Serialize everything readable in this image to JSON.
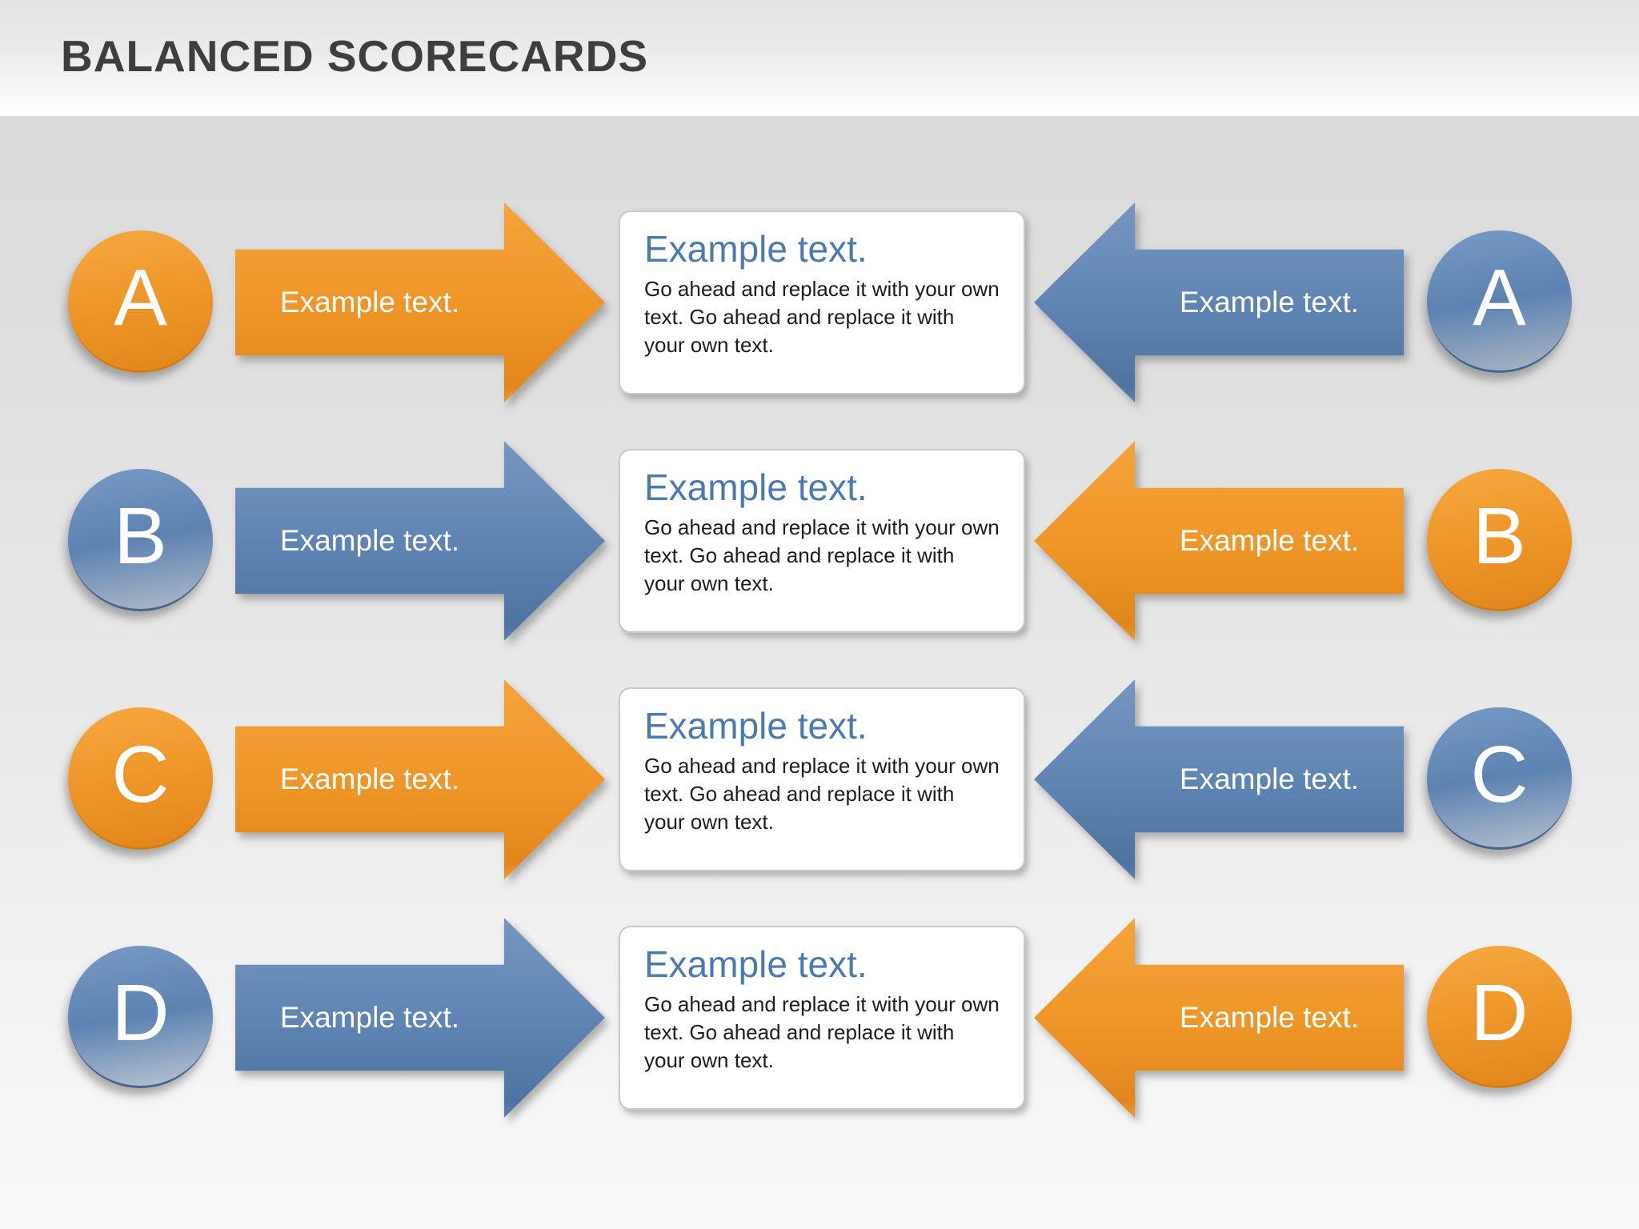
{
  "header": {
    "title": "BALANCED SCORECARDS"
  },
  "colors": {
    "orange": "#ee9629",
    "blue": "#5d83b2",
    "card_title_blue": "#4a7aaf",
    "header_text": "#3e3e3e",
    "card_background": "#ffffff"
  },
  "rows": [
    {
      "letter": "A",
      "left_color": "orange",
      "right_color": "blue",
      "right_arrow_label": "Example text.",
      "left_arrow_label": "Example text.",
      "card": {
        "title": "Example text.",
        "body": "Go ahead and replace it with your own text. Go ahead and replace it with your own text."
      }
    },
    {
      "letter": "B",
      "left_color": "blue",
      "right_color": "orange",
      "right_arrow_label": "Example text.",
      "left_arrow_label": "Example text.",
      "card": {
        "title": "Example text.",
        "body": "Go ahead and replace it with your own text. Go ahead and replace it with your own text."
      }
    },
    {
      "letter": "C",
      "left_color": "orange",
      "right_color": "blue",
      "right_arrow_label": "Example text.",
      "left_arrow_label": "Example text.",
      "card": {
        "title": "Example text.",
        "body": "Go ahead and replace it with your own text. Go ahead and replace it with your own text."
      }
    },
    {
      "letter": "D",
      "left_color": "blue",
      "right_color": "orange",
      "right_arrow_label": "Example text.",
      "left_arrow_label": "Example text.",
      "card": {
        "title": "Example text.",
        "body": "Go ahead and replace it with your own text. Go ahead and replace it with your own text."
      }
    }
  ]
}
